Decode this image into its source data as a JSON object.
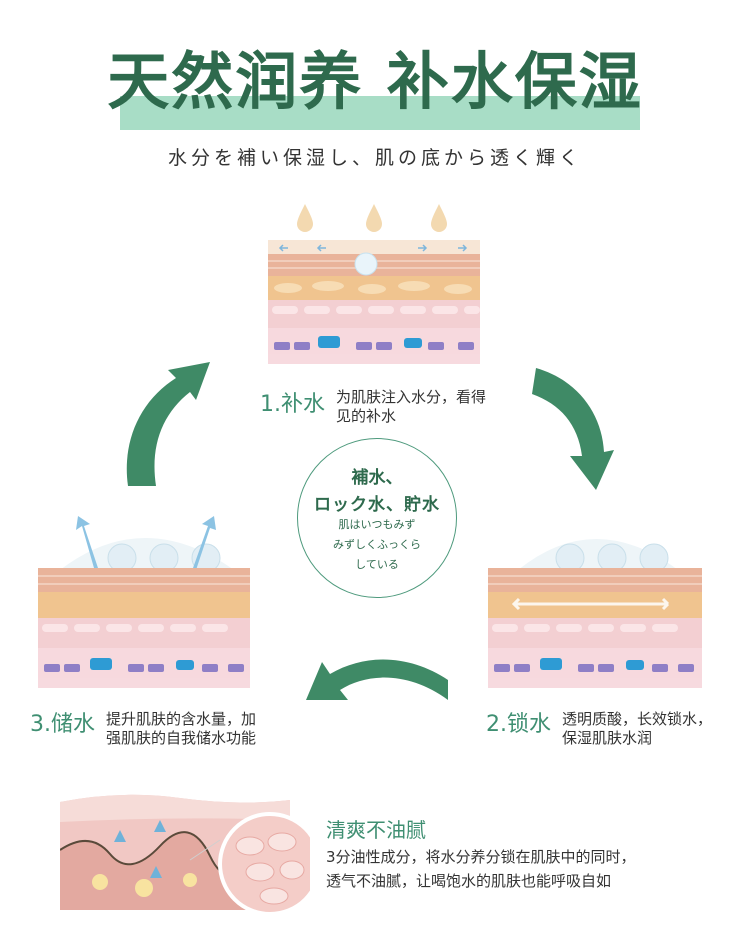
{
  "header": {
    "title": "天然润养 补水保湿",
    "subtitle": "水分を補い保湿し、肌の底から透く輝く"
  },
  "steps": [
    {
      "number": "1.补水",
      "desc_line1": "为肌肤注入水分，看得",
      "desc_line2": "见的补水"
    },
    {
      "number": "2.锁水",
      "desc_line1": "透明质酸，长效锁水，",
      "desc_line2": "保湿肌肤水润"
    },
    {
      "number": "3.储水",
      "desc_line1": "提升肌肤的含水量，加",
      "desc_line2": "强肌肤的自我储水功能"
    }
  ],
  "center": {
    "line1": "補水、",
    "line2": "ロック水、貯水",
    "line3": "肌はいつもみず",
    "line4": "みずしくふっくら",
    "line5": "している"
  },
  "bottom": {
    "title": "清爽不油腻",
    "line1": "3分油性成分，将水分养分锁在肌肤中的同时，",
    "line2": "透气不油腻，让喝饱水的肌肤也能呼吸自如"
  },
  "colors": {
    "accent_green": "#3f8f72",
    "arrow_green": "#3f8a66",
    "title_band": "#a8ddc6"
  }
}
